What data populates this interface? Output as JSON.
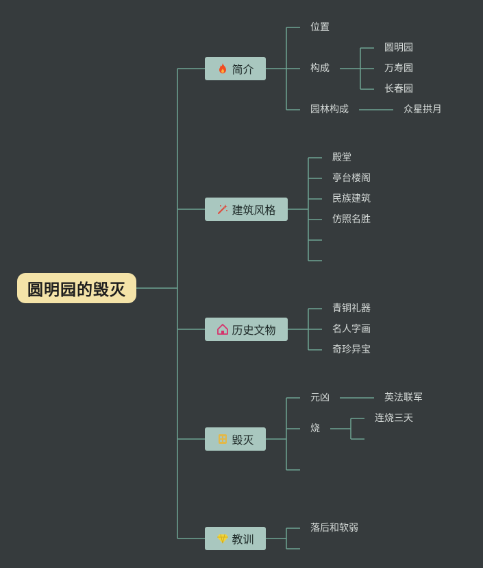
{
  "root": {
    "title": "圆明园的毁灭"
  },
  "branches": [
    {
      "label": "简介",
      "icon": "fire-icon",
      "icon_color": "#f04d23",
      "children": [
        {
          "label": "位置"
        },
        {
          "label": "构成",
          "children": [
            "圆明园",
            "万寿园",
            "长春园"
          ]
        },
        {
          "label": "园林构成",
          "children": [
            "众星拱月"
          ]
        }
      ]
    },
    {
      "label": "建筑风格",
      "icon": "magic-wand-icon",
      "icon_color": "#e0483a",
      "children": [
        {
          "label": "殿堂"
        },
        {
          "label": "亭台楼阁"
        },
        {
          "label": "民族建筑"
        },
        {
          "label": "仿照名胜"
        },
        {
          "label": ""
        },
        {
          "label": ""
        }
      ]
    },
    {
      "label": "历史文物",
      "icon": "home-icon",
      "icon_color": "#d6336c",
      "children": [
        {
          "label": "青铜礼器"
        },
        {
          "label": "名人字画"
        },
        {
          "label": "奇珍异宝"
        }
      ]
    },
    {
      "label": "毁灭",
      "icon": "building-icon",
      "icon_color": "#e2b84a",
      "children": [
        {
          "label": "元凶",
          "children": [
            "英法联军"
          ]
        },
        {
          "label": "烧",
          "children": [
            "连烧三天",
            ""
          ]
        },
        {
          "label": ""
        }
      ]
    },
    {
      "label": "教训",
      "icon": "diamond-icon",
      "icon_color": "#f2d43a",
      "children": [
        {
          "label": "落后和软弱"
        },
        {
          "label": ""
        }
      ]
    }
  ],
  "colors": {
    "background": "#363b3d",
    "line": "#6fa493",
    "root_fill": "#f4e3a8",
    "branch_fill": "#a9c7bf",
    "leaf_text": "#d6dbd9"
  }
}
